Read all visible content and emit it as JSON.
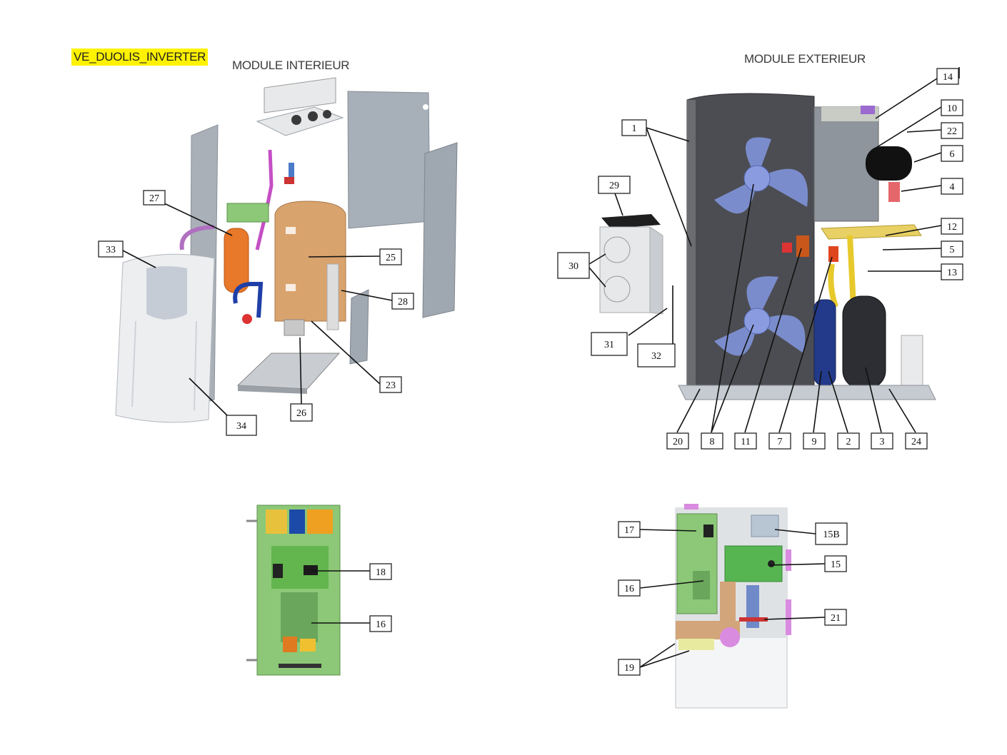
{
  "header": {
    "model_tag": "VE_DUOLIS_INVERTER",
    "indoor_title": "MODULE INTERIEUR",
    "outdoor_title": "MODULE EXTERIEUR"
  },
  "indoor_callouts": [
    "27",
    "33",
    "25",
    "28",
    "23",
    "26",
    "34"
  ],
  "outdoor_callouts": [
    "14",
    "10",
    "1",
    "22",
    "6",
    "29",
    "4",
    "12",
    "30",
    "5",
    "13",
    "31",
    "32",
    "20",
    "8",
    "11",
    "7",
    "9",
    "2",
    "3",
    "24"
  ],
  "indoor_board_callouts": [
    "18",
    "16"
  ],
  "outdoor_board_callouts": [
    "17",
    "15B",
    "15",
    "16",
    "21",
    "19"
  ],
  "colors": {
    "highlight": "#fff200",
    "pcb_green": "#8cc877",
    "tank_orange": "#e8782a",
    "fan_blue": "#7f93d8",
    "panel_grey": "#9aa3ad"
  }
}
